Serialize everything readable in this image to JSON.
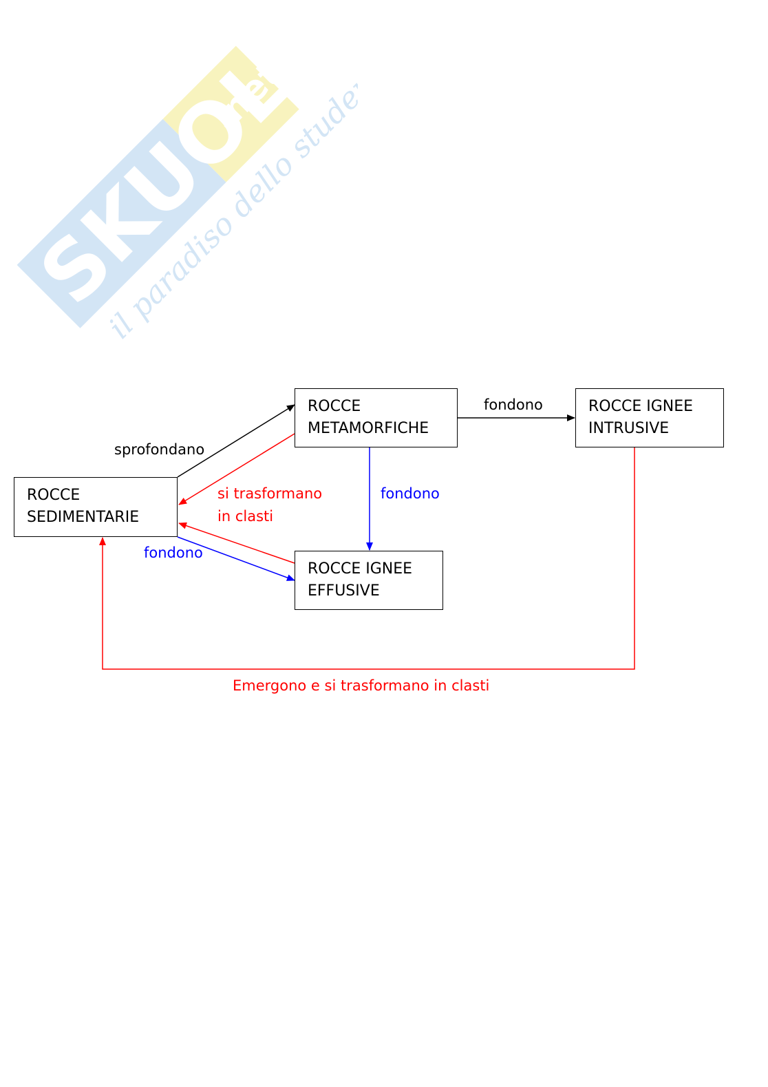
{
  "watermark": {
    "brand": "SKUOLA.net",
    "tagline": "il paradiso dello studente"
  },
  "colors": {
    "edge_default": "#000000",
    "edge_red": "#ff0000",
    "edge_blue": "#0000ff",
    "watermark_blue": "#cfe3f5",
    "watermark_yellow": "#f8f2b8"
  },
  "nodes": {
    "sedimentarie": {
      "line1": "ROCCE",
      "line2": "SEDIMENTARIE"
    },
    "metamorfiche": {
      "line1": "ROCCE",
      "line2": "METAMORFICHE"
    },
    "intrusive": {
      "line1": "ROCCE IGNEE",
      "line2": "INTRUSIVE"
    },
    "effusive": {
      "line1": "ROCCE IGNEE",
      "line2": "EFFUSIVE"
    }
  },
  "edges": {
    "sprofondano": "sprofondano",
    "fondono_intrusive": "fondono",
    "si_trasformano_1": "si trasformano",
    "si_trasformano_2": "in clasti",
    "fondono_effusive_vertical": "fondono",
    "fondono_effusive_diag": "fondono",
    "emergono": "Emergono e si trasformano in clasti"
  }
}
